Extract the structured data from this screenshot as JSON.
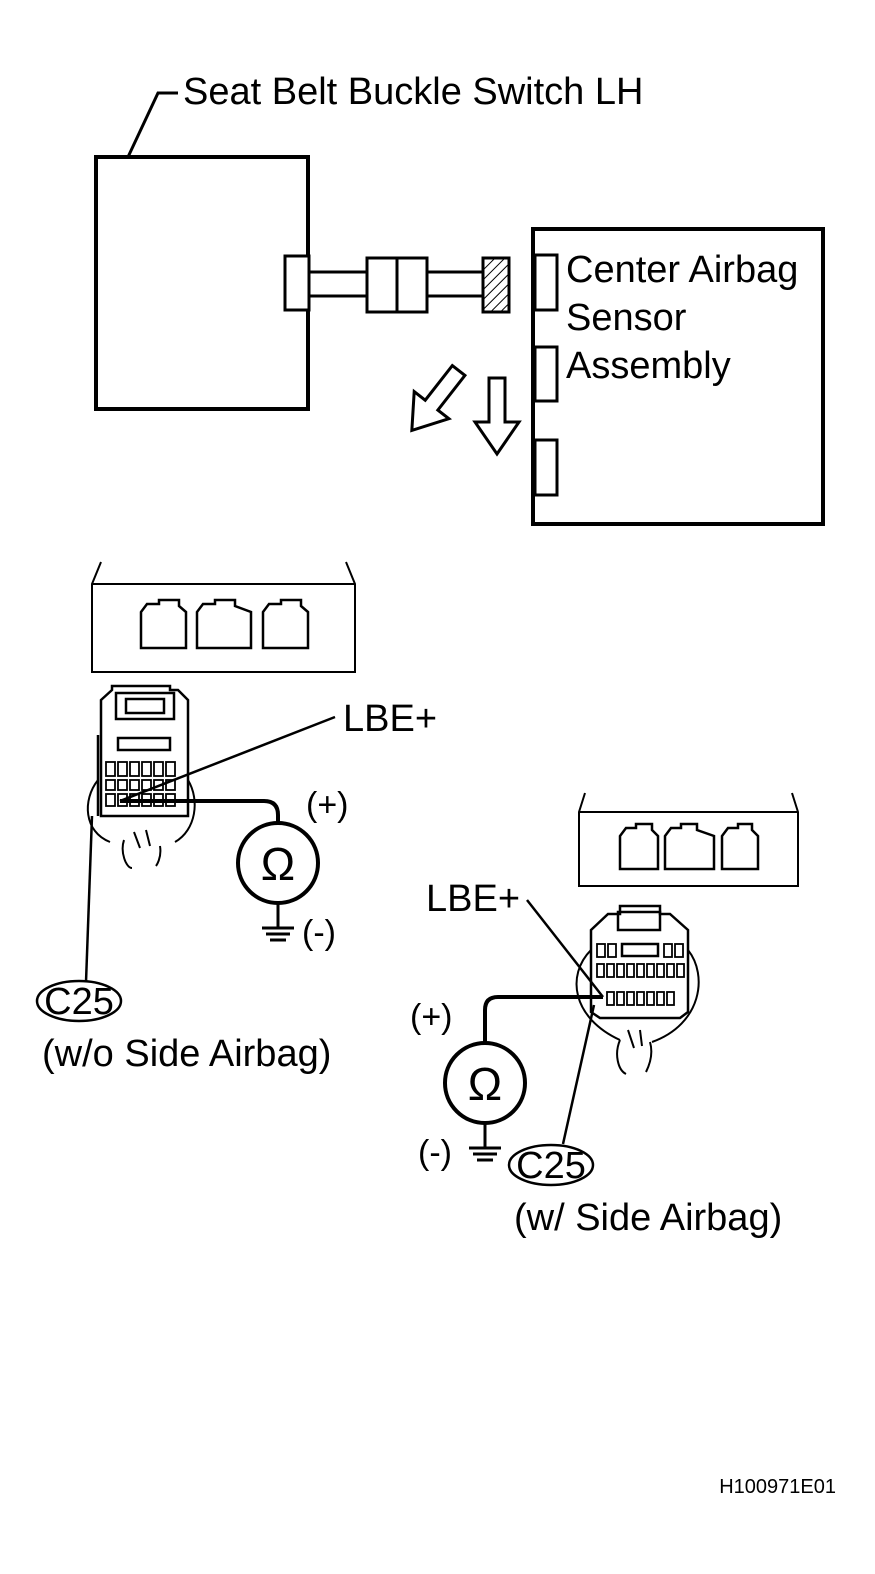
{
  "top": {
    "switch_label": "Seat Belt Buckle Switch LH",
    "sensor_label_1": "Center Airbag",
    "sensor_label_2": "Sensor",
    "sensor_label_3": "Assembly"
  },
  "left": {
    "terminal": "LBE+",
    "plus": "(+)",
    "minus": "(-)",
    "ohm": "Ω",
    "connector": "C25",
    "variant": "(w/o Side Airbag)"
  },
  "right": {
    "terminal": "LBE+",
    "plus": "(+)",
    "minus": "(-)",
    "ohm": "Ω",
    "connector": "C25",
    "variant": "(w/ Side Airbag)"
  },
  "figure_code": "H100971E01",
  "colors": {
    "line": "#000000",
    "background": "#ffffff"
  }
}
